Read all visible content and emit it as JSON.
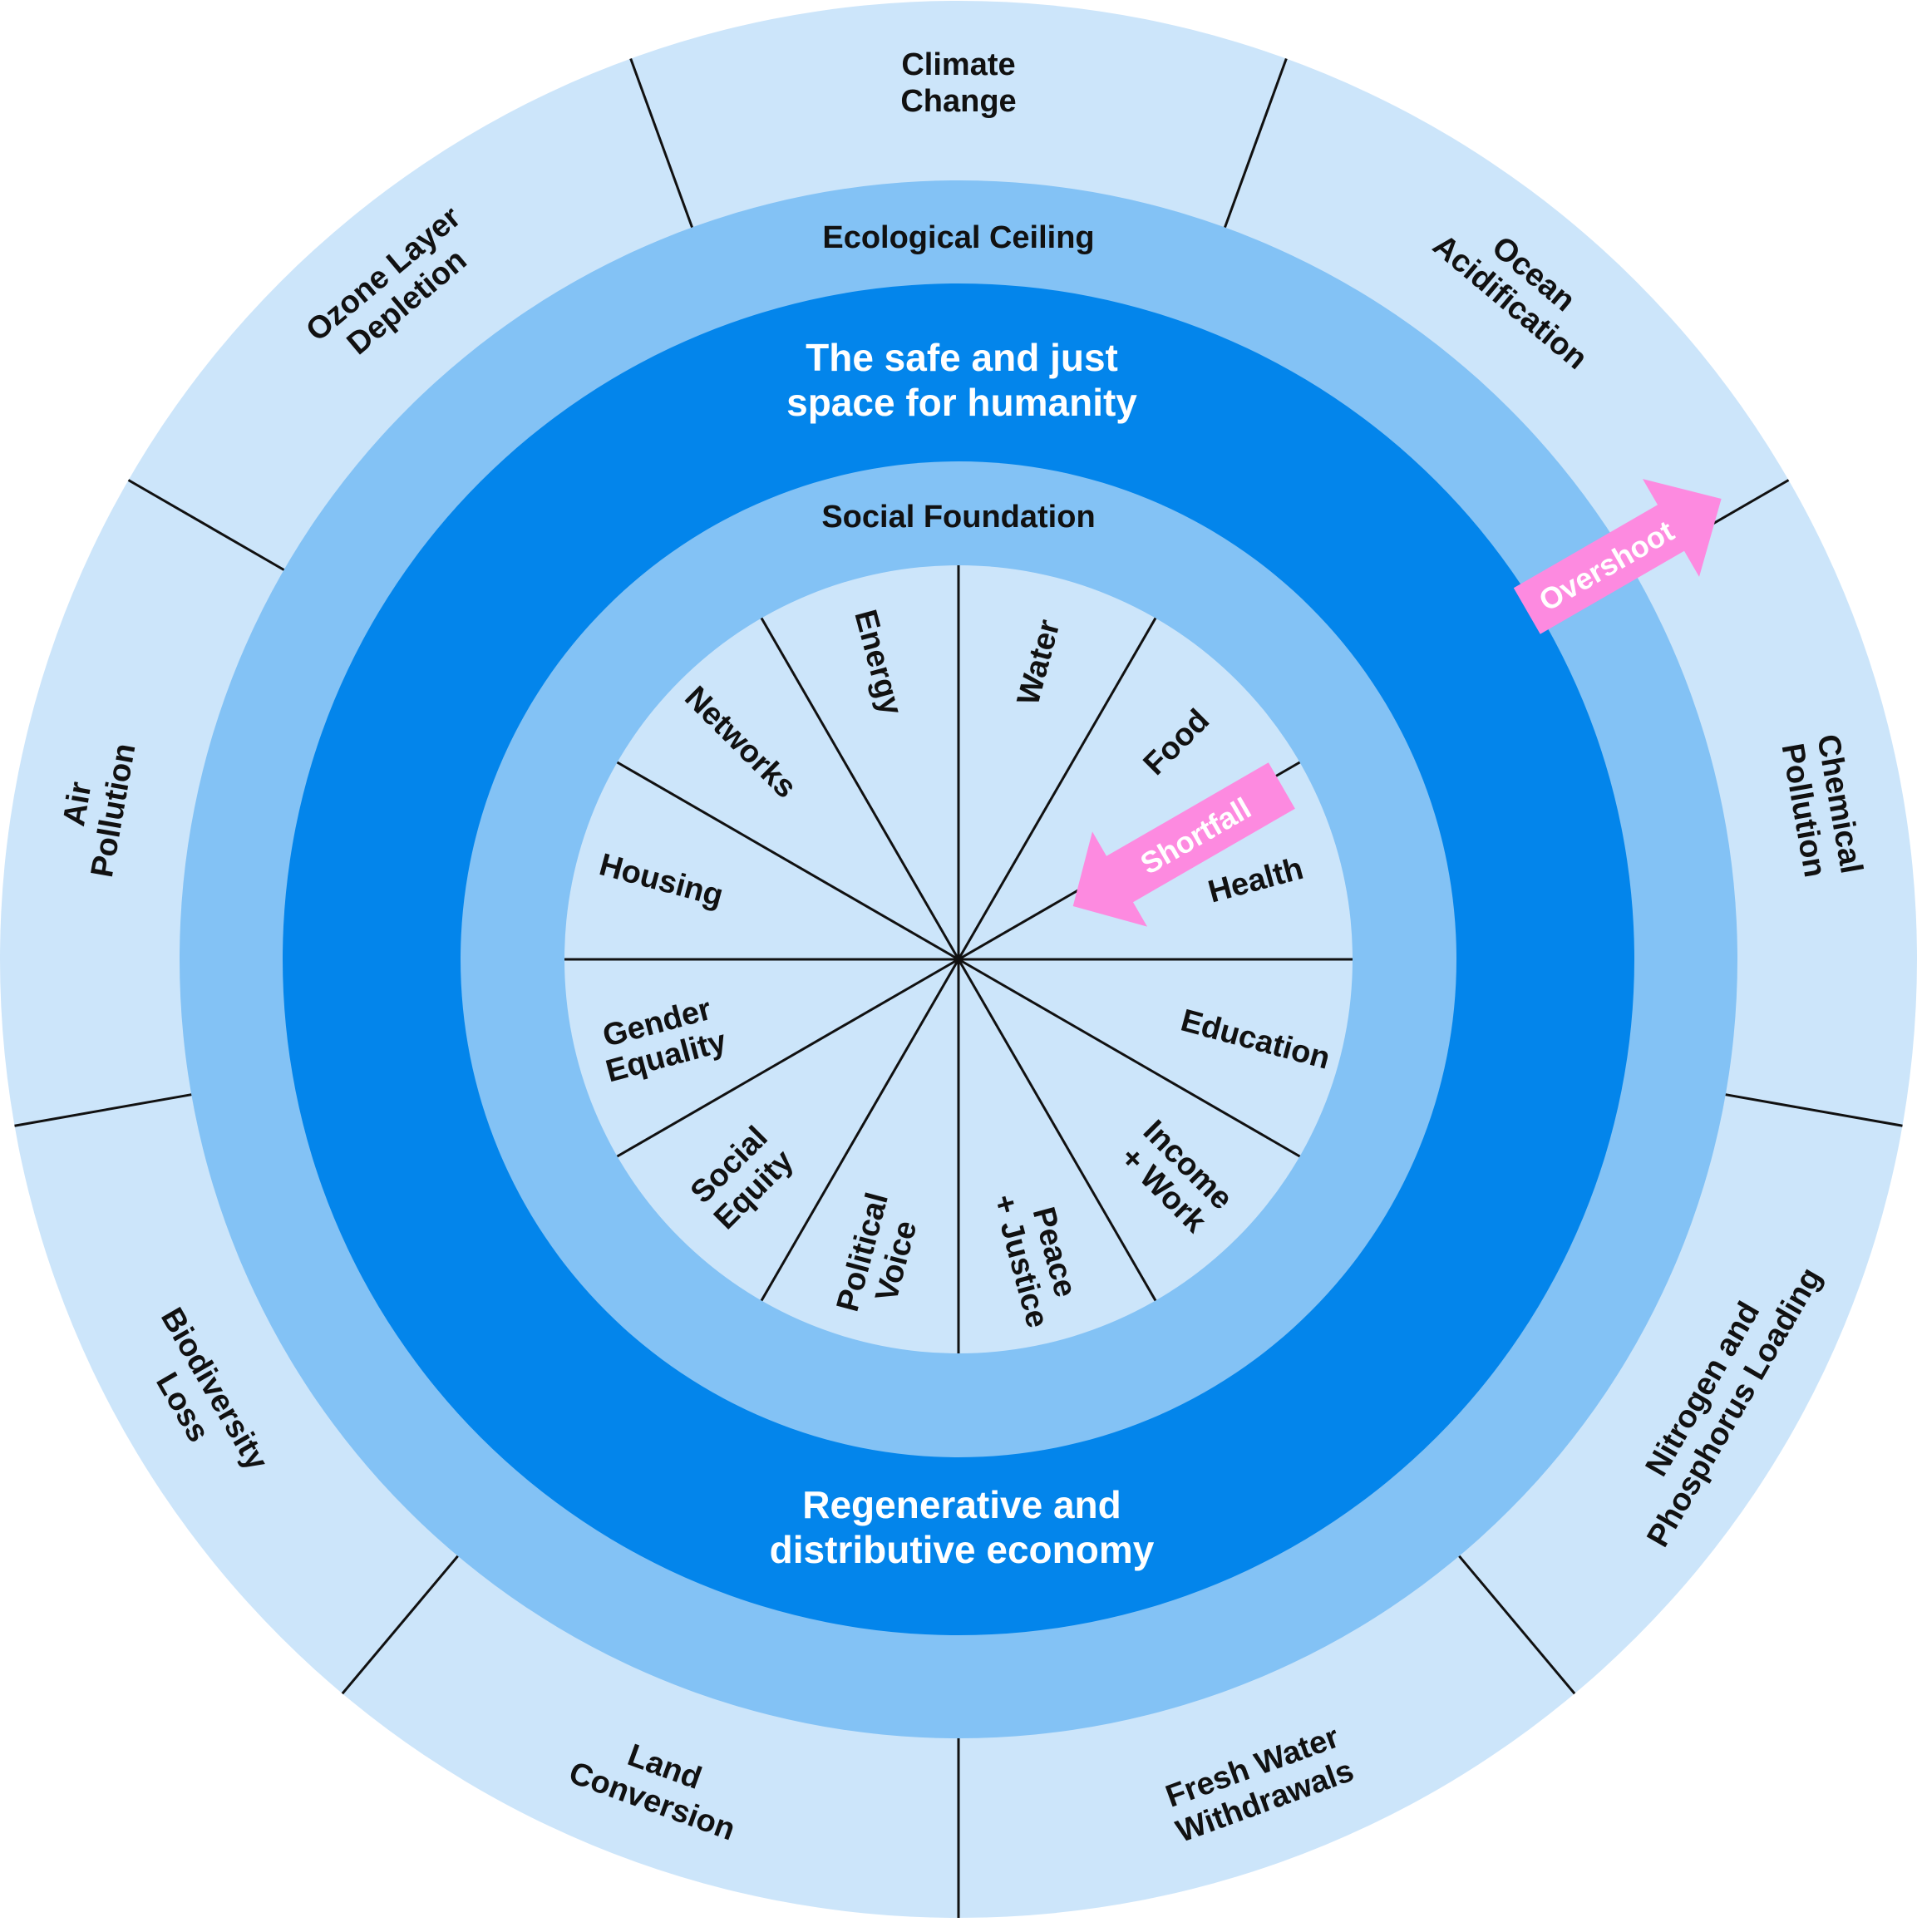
{
  "colors": {
    "outer_ring": "#cce5fa",
    "ceiling_band": "#83c2f5",
    "safe_space": "#0385eb",
    "foundation_band": "#83c2f5",
    "inner_core": "#cce5fa",
    "arrow": "#fd8ae0",
    "divider": "#111111",
    "text_dark": "#111111",
    "text_light": "#ffffff"
  },
  "labels": {
    "ecological_ceiling": "Ecological Ceiling",
    "social_foundation": "Social Foundation",
    "safe_space": [
      "The safe and just",
      "space for humanity"
    ],
    "economy": [
      "Regenerative and",
      "distributive economy"
    ],
    "overshoot": "Overshoot",
    "shortfall": "Shortfall"
  },
  "ecological_dimensions": [
    {
      "name": "climate-change",
      "lines": [
        "Climate",
        "Change"
      ]
    },
    {
      "name": "ocean-acidification",
      "lines": [
        "Ocean",
        "Acidification"
      ]
    },
    {
      "name": "chemical-pollution",
      "lines": [
        "Chemical",
        "Pollution"
      ]
    },
    {
      "name": "nitrogen-phosphorus-loading",
      "lines": [
        "Nitrogen and",
        "Phosphorus Loading"
      ]
    },
    {
      "name": "fresh-water-withdrawals",
      "lines": [
        "Fresh Water",
        "Withdrawals"
      ]
    },
    {
      "name": "land-conversion",
      "lines": [
        "Land",
        "Conversion"
      ]
    },
    {
      "name": "biodiversity-loss",
      "lines": [
        "Biodiversity",
        "Loss"
      ]
    },
    {
      "name": "air-pollution",
      "lines": [
        "Air",
        "Pollution"
      ]
    },
    {
      "name": "ozone-layer-depletion",
      "lines": [
        "Ozone Layer",
        "Depletion"
      ]
    }
  ],
  "social_dimensions": [
    {
      "name": "water",
      "lines": [
        "Water"
      ]
    },
    {
      "name": "food",
      "lines": [
        "Food"
      ]
    },
    {
      "name": "health",
      "lines": [
        "Health"
      ]
    },
    {
      "name": "education",
      "lines": [
        "Education"
      ]
    },
    {
      "name": "income-work",
      "lines": [
        "Income",
        "+ Work"
      ]
    },
    {
      "name": "peace-justice",
      "lines": [
        "Peace",
        "+ Justice"
      ]
    },
    {
      "name": "political-voice",
      "lines": [
        "Political",
        "Voice"
      ]
    },
    {
      "name": "social-equity",
      "lines": [
        "Social",
        "Equity"
      ]
    },
    {
      "name": "gender-equality",
      "lines": [
        "Gender",
        "Equality"
      ]
    },
    {
      "name": "housing",
      "lines": [
        "Housing"
      ]
    },
    {
      "name": "networks",
      "lines": [
        "Networks"
      ]
    },
    {
      "name": "energy",
      "lines": [
        "Energy"
      ]
    }
  ]
}
